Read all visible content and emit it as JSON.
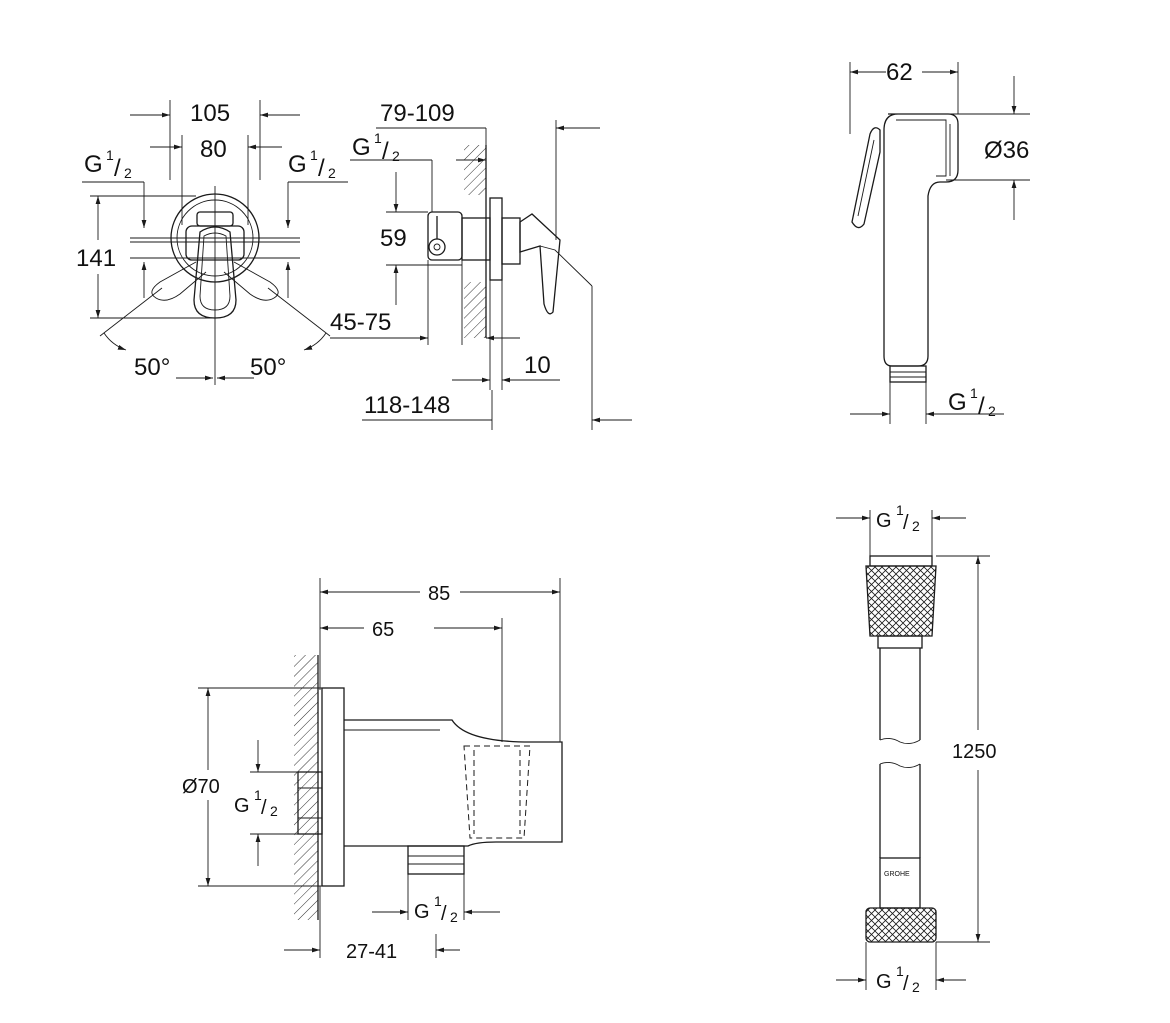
{
  "labels": {
    "w105": "105",
    "w80": "80",
    "g_left": "G",
    "g_right": "G",
    "g_valve": "G",
    "h141": "141",
    "h59": "59",
    "a50_left": "50°",
    "a50_right": "50°",
    "d45_75": "45-75",
    "d79_109": "79-109",
    "d10": "10",
    "d118_148": "118-148",
    "d62": "62",
    "d36": "Ø36",
    "g_spray": "G",
    "d85": "85",
    "d65": "65",
    "d70": "Ø70",
    "g_elbow_wall": "G",
    "g_elbow_out": "G",
    "d27_41": "27-41",
    "g_hose_top": "G",
    "d1250": "1250",
    "g_hose_bottom": "G",
    "fraction_num": "1",
    "fraction_den": "2"
  },
  "hose_stamp": "GROHE"
}
